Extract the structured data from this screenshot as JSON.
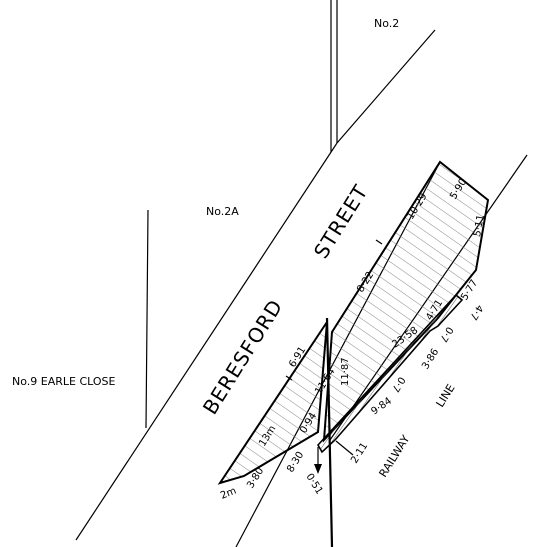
{
  "labels": {
    "no2": "No.2",
    "no2a": "No.2A",
    "no9": "No.9 EARLE CLOSE",
    "street_part1": "BERESFORD",
    "street_part2": "STREET",
    "railway": "RAILWAY",
    "line": "LINE"
  },
  "dimensions": {
    "d590": "5·90",
    "d1029": "10·29",
    "d511": "5·11",
    "d822": "8·22",
    "d577": "5·77",
    "d47": "4·7",
    "d471": "4·71",
    "d07a": "0·7",
    "d2358": "23·58",
    "d386": "3·86",
    "d07b": "0·7",
    "d1187": "11·87",
    "d691": "6·91",
    "d1164": "11·64",
    "d984": "9·84",
    "d094": "0·94",
    "d211": "2·11",
    "d13m": "13m",
    "d830": "8·30",
    "d051": "0·51",
    "d380": "3·80",
    "d2m": "2m"
  }
}
